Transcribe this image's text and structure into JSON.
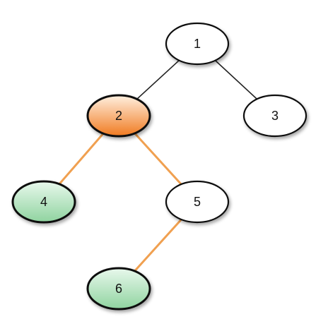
{
  "tree": {
    "nodes": [
      {
        "id": "1",
        "label": "1",
        "style": "plain"
      },
      {
        "id": "2",
        "label": "2",
        "style": "selected"
      },
      {
        "id": "3",
        "label": "3",
        "style": "plain"
      },
      {
        "id": "4",
        "label": "4",
        "style": "leaf"
      },
      {
        "id": "5",
        "label": "5",
        "style": "plain"
      },
      {
        "id": "6",
        "label": "6",
        "style": "leaf"
      }
    ],
    "edges": [
      {
        "from": "1",
        "to": "2",
        "style": "normal"
      },
      {
        "from": "1",
        "to": "3",
        "style": "normal"
      },
      {
        "from": "2",
        "to": "4",
        "style": "highlight"
      },
      {
        "from": "2",
        "to": "5",
        "style": "highlight"
      },
      {
        "from": "5",
        "to": "6",
        "style": "highlight"
      }
    ]
  },
  "colors": {
    "edge_normal": "#222222",
    "edge_highlight": "#f0a050",
    "node_plain_fill": "#ffffff",
    "node_selected_fill_top": "#fff0e0",
    "node_selected_fill_bottom": "#f07a20",
    "node_leaf_fill_top": "#e8f8ec",
    "node_leaf_fill_bottom": "#8fd39f",
    "node_stroke": "#111111"
  }
}
